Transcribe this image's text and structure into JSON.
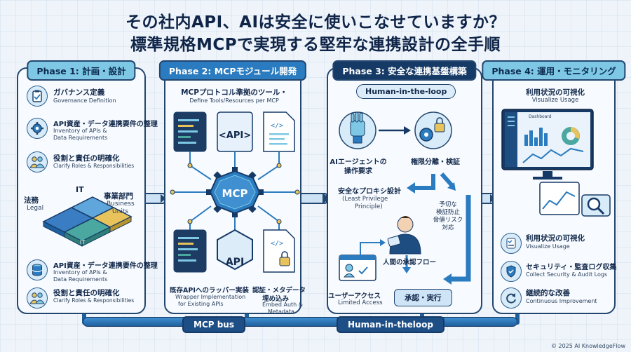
{
  "title_line1": "その社内API、AIは安全に使いこなせていますか？",
  "title_line2": "標準規格MCPで実現する堅牢な連携設計の全手順",
  "colors": {
    "navy": "#163a66",
    "blue": "#2a7bbf",
    "light": "#7ec8e6",
    "accent_yellow": "#e8c25a",
    "teal": "#4aa8a0"
  },
  "phase1": {
    "tab": "Phase 1: 計画・設計",
    "items": [
      {
        "jp": "ガバナンス定義",
        "en": "Governance Definition",
        "icon": "clipboard-check-icon"
      },
      {
        "jp": "API資産・データ連携要件の整理",
        "en1": "Inventory of APIs &",
        "en2": "Data Requirements",
        "icon": "gear-icon"
      },
      {
        "jp": "役割と責任の明確化",
        "en": "Clarify Roles & Responsibilities",
        "icon": "people-icon"
      }
    ],
    "puzzle": {
      "it": "IT",
      "legal_jp": "法務",
      "legal_en": "Legal",
      "biz_jp": "事業部門",
      "biz_en1": "Business",
      "biz_en2": "Units",
      "it_small": "IT"
    },
    "bottom_items": [
      {
        "jp": "API資産・データ連携要件の整理",
        "en1": "Inventory of APIs &",
        "en2": "Data Requirements",
        "icon": "database-icon"
      },
      {
        "jp": "役割と責任の明確化",
        "en": "Clarify Roles & Responsibilities",
        "icon": "people-icon"
      }
    ]
  },
  "phase2": {
    "tab": "Phase 2: MCPモジュール開発",
    "heading_jp": "MCPプロトコル準拠のツール・",
    "heading_en": "Define Tools/Resources per MCP",
    "hub": "MCP",
    "api_card": "<API>",
    "api_hex": "API",
    "bottom_left_jp": "既存APIへのラッパー実装",
    "bottom_left_en1": "Wrapper Implementation",
    "bottom_left_en2": "for Existing APIs",
    "bottom_right_jp1": "認証・メタデータ",
    "bottom_right_jp2": "埋め込み",
    "bottom_right_en1": "Embed Auth &",
    "bottom_right_en2": "Metadata"
  },
  "phase3": {
    "tab": "Phase 3: 安全な連携基盤構築",
    "hitl": "Human-in-the-loop",
    "agent_jp1": "AIエージェントの",
    "agent_jp2": "操作要求",
    "separation": "権限分離・検証",
    "proxy_jp": "安全なプロキシ設計",
    "proxy_en1": "(Least Privilege",
    "proxy_en2": "Principle)",
    "risk1": "予切な",
    "risk2": "検証防止",
    "risk3": "脅値リスク",
    "risk4": "対応",
    "approval": "人間の承認フロー",
    "user_jp": "ユーザーアクセス",
    "user_en": "Limited Access",
    "execute": "承認・実行"
  },
  "phase4": {
    "tab": "Phase 4: 運用・モニタリング",
    "heading_jp": "利用状況の可視化",
    "heading_en": "Visualize Usage",
    "dashboard": "Dashboard",
    "items": [
      {
        "jp": "利用状況の可視化",
        "en": "Visualize Usage",
        "icon": "checklist-icon"
      },
      {
        "jp": "セキュリティ・監査ログ収集",
        "en": "Collect Security & Audit Logs",
        "icon": "shield-icon"
      },
      {
        "jp": "継続的な改善",
        "en": "Continuous Improvement",
        "icon": "refresh-icon"
      }
    ]
  },
  "bus": {
    "left": "MCP bus",
    "right": "Human-in-theloop"
  },
  "credit": "© 2025 AI KnowledgeFlow"
}
